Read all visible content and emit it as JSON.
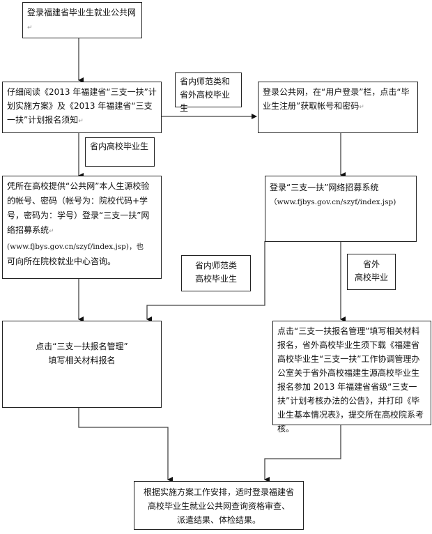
{
  "title": "福建省2013年“三支一扶”计划报名流程图",
  "nodes": {
    "start": {
      "text": "登录福建省毕业生就业公共网"
    },
    "read": {
      "text": "仔细阅读《2013 年福建省“三支一扶”计划实施方案》及《2013 年福建省“三支一扶”计划报名须知"
    },
    "register": {
      "text": "登录公共网，在“用户登录”栏，点击“毕业生注册”获取帐号和密码"
    },
    "in_province_login": {
      "line1": "凭所在高校提供“公共网”本人生源校验的帐号、密码（帐号为：院校代码+学号，密码为：学号）登录“三支一扶”网络招募系统",
      "url": "(www.fjbys.gov.cn/szyf/index.jsp)，也",
      "line2": "可向所在院校就业中心咨询。"
    },
    "system_login": {
      "line1": "登录“三支一扶”网络招募系统",
      "url": "（www.fjbys.gov.cn/szyf/index.jsp)"
    },
    "apply_left": {
      "line1": "点击“三支一扶报名管理”",
      "line2": "填写相关材料报名"
    },
    "apply_right": {
      "text": "点击“三支一扶报名管理”填写相关材料报名，省外高校毕业生须下载《福建省高校毕业生“三支一扶”工作协调管理办公室关于省外高校福建生源高校毕业生报名参加 2013 年福建省省级“三支一扶”计划考核办法的公告》，并打印《毕业生基本情况表》，提交所在高校院系考核。"
    },
    "result": {
      "line1": "根据实施方案工作安排，适时登录福建省",
      "line2": "高校毕业生就业公共网查询资格审查、",
      "line3": "派遣结果、体检结果。"
    }
  },
  "edge_labels": {
    "normal_and_outside": {
      "line1": "省内师范类和",
      "line2": "省外高校毕业生"
    },
    "in_province": {
      "text": "省内高校毕业生"
    },
    "normal_in_province": {
      "line1": "省内师范类",
      "line2": "高校毕业生"
    },
    "outside": {
      "line1": "省外",
      "line2": "高校毕业"
    }
  },
  "paragraph_mark": "↵"
}
